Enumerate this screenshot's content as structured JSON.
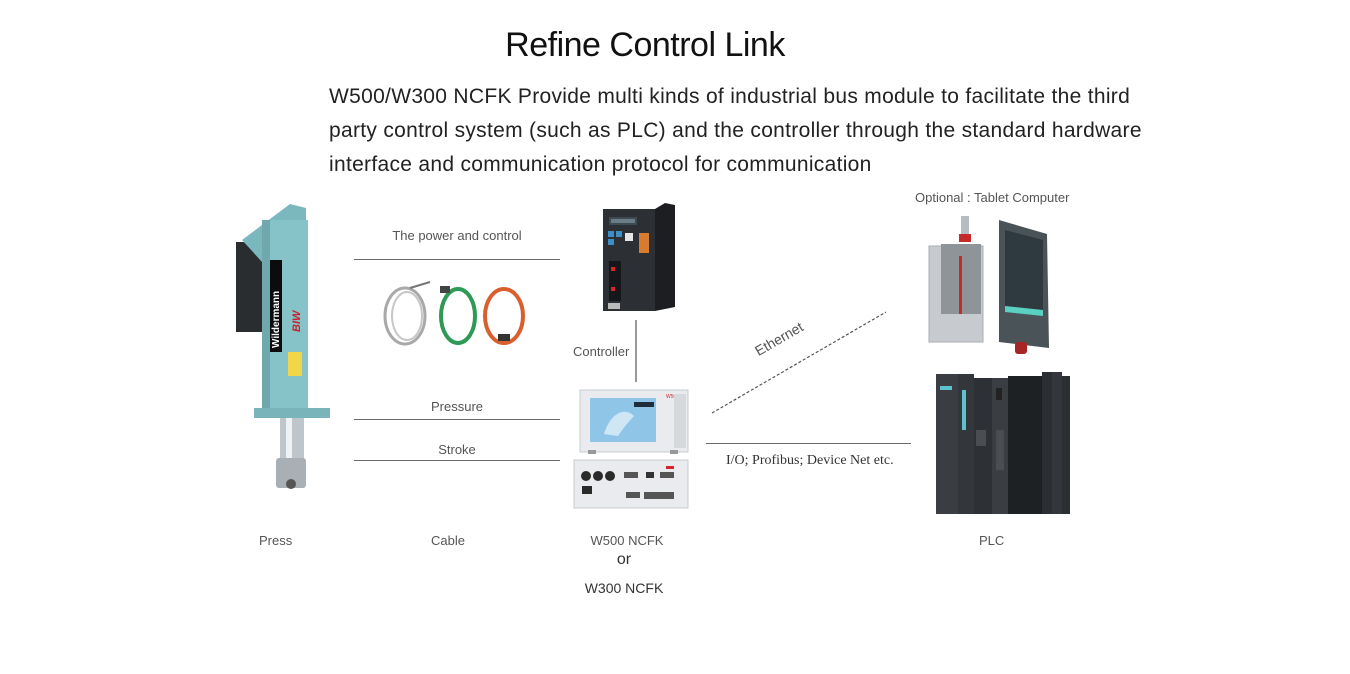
{
  "header": {
    "title": "Refine Control Link",
    "description": "W500/W300 NCFK Provide multi kinds of industrial bus module to facilitate the third party control system (such as PLC) and the controller through the standard hardware interface and communication protocol for communication"
  },
  "diagram": {
    "links": {
      "power_control": "The power and control",
      "pressure": "Pressure",
      "stroke": "Stroke",
      "controller": "Controller",
      "ethernet": "Ethernet",
      "fieldbus": "I/O; Profibus; Device Net etc.",
      "optional": "Optional : Tablet Computer"
    },
    "captions": {
      "press": "Press",
      "cable": "Cable",
      "w500": "W500 NCFK",
      "or": "or",
      "w300": "W300 NCFK",
      "plc": "PLC"
    },
    "product_marks": {
      "press_brand": "Wildermann",
      "press_model": "BIW",
      "unit_brand": "Wildermann",
      "unit_model": "W500"
    },
    "colors": {
      "press_body": "#86c3c8",
      "cable_gray": "#a9a9a9",
      "cable_green": "#2e9a55",
      "cable_orange": "#d9602e",
      "device_dark": "#2c2f33",
      "panel_light": "#e9ebee",
      "screen_blue": "#8fc6e8",
      "accent_red": "#d8232a",
      "accent_teal": "#5ad0c3"
    }
  }
}
